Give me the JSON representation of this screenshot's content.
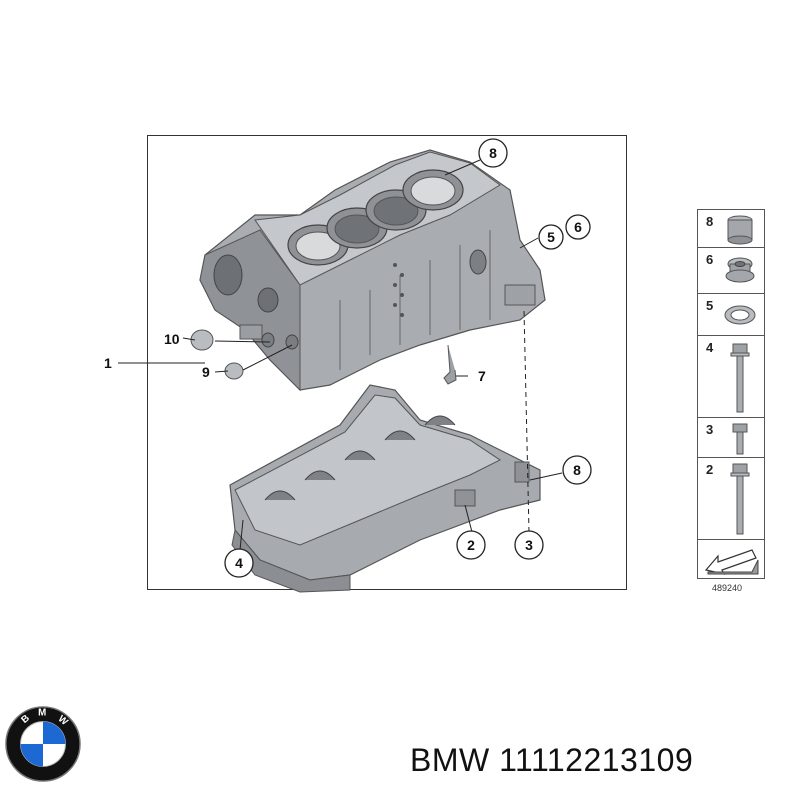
{
  "callouts": {
    "c1": "1",
    "c2": "2",
    "c3": "3",
    "c4": "4",
    "c5": "5",
    "c6": "6",
    "c7": "7",
    "c8_top": "8",
    "c8_bottom": "8",
    "c9": "9",
    "c10": "10"
  },
  "legend": {
    "items": [
      {
        "num": "8",
        "icon": "sleeve-icon"
      },
      {
        "num": "6",
        "icon": "hex-plug-icon"
      },
      {
        "num": "5",
        "icon": "sealing-ring-icon"
      },
      {
        "num": "4",
        "icon": "long-bolt-icon"
      },
      {
        "num": "3",
        "icon": "short-bolt-icon"
      },
      {
        "num": "2",
        "icon": "medium-bolt-icon"
      }
    ],
    "ref_number": "489240"
  },
  "caption": {
    "brand": "BMW",
    "part_number": "11112213109"
  },
  "logo": {
    "letters": "BMW",
    "colors": {
      "blue": "#1c69d4",
      "black": "#111111",
      "white": "#ffffff"
    }
  }
}
